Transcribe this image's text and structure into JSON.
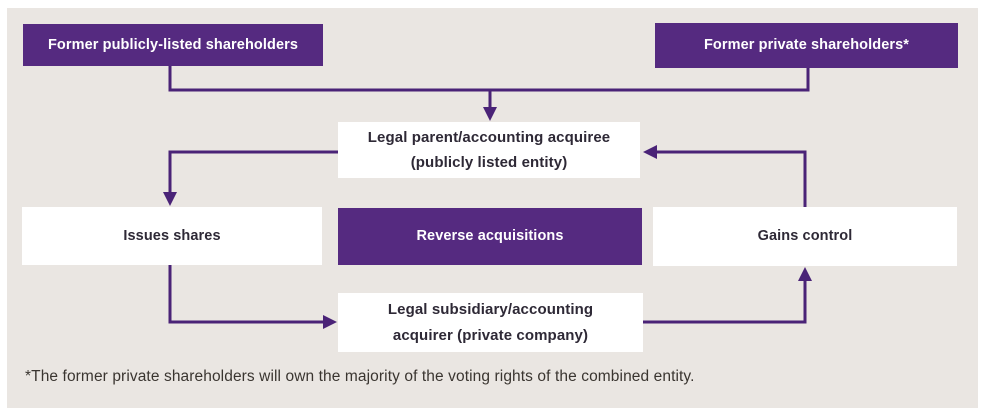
{
  "diagram": {
    "nodes": {
      "former_public": {
        "label": "Former publicly-listed shareholders",
        "style": "purple"
      },
      "former_private": {
        "label": "Former private shareholders*",
        "style": "purple"
      },
      "legal_parent": {
        "label_line1": "Legal parent/accounting acquiree",
        "label_line2": "(publicly listed entity)",
        "style": "white"
      },
      "issues_shares": {
        "label": "Issues shares",
        "style": "white"
      },
      "reverse_acquisitions": {
        "label": "Reverse acquisitions",
        "style": "purple"
      },
      "gains_control": {
        "label": "Gains control",
        "style": "white"
      },
      "legal_subsidiary": {
        "label_line1": "Legal subsidiary/accounting",
        "label_line2": "acquirer (private company)",
        "style": "white"
      }
    },
    "edges": [
      {
        "from": "former_public",
        "to": "legal_parent"
      },
      {
        "from": "former_private",
        "to": "legal_parent"
      },
      {
        "from": "legal_parent",
        "to": "issues_shares"
      },
      {
        "from": "issues_shares",
        "to": "legal_subsidiary"
      },
      {
        "from": "legal_subsidiary",
        "to": "gains_control"
      },
      {
        "from": "gains_control",
        "to": "legal_parent"
      }
    ],
    "footnote": "*The former private shareholders will own the majority of the voting rights of the combined entity.",
    "colors": {
      "node_purple": "#552a80",
      "arrow_purple": "#4a2377",
      "canvas_background": "#eae6e2",
      "node_white": "#ffffff",
      "dark_text": "#2e2936",
      "footnote_text": "#3a3530"
    }
  }
}
